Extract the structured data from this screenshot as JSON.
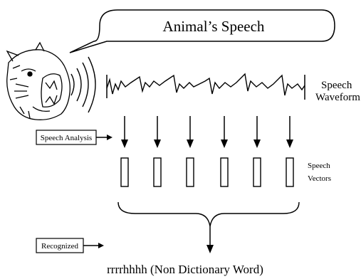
{
  "bubble": {
    "text": "Animal’s Speech"
  },
  "waveform_label": {
    "line1": "Speech",
    "line2": "Waveform"
  },
  "analysis_box": {
    "text": "Speech Analysis"
  },
  "vectors_label": {
    "line1": "Speech",
    "line2": "Vectors"
  },
  "recognized_box": {
    "text": "Recognized"
  },
  "output": {
    "text": "rrrrhhhh (Non Dictionary Word)"
  },
  "vector_count": 6
}
